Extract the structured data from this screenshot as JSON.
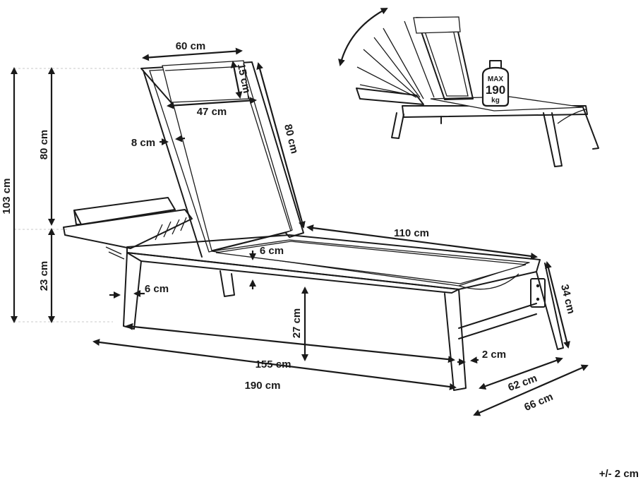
{
  "dimensions": {
    "headrest_width": "60 cm",
    "headrest_height": "15 cm",
    "backrest_width": "47 cm",
    "frame_thickness_back": "8 cm",
    "backrest_length": "80 cm",
    "seat_length": "110 cm",
    "fabric_gap": "6 cm",
    "leg_thickness": "6 cm",
    "seat_height": "27 cm",
    "frame_height": "34 cm",
    "frame_width_gap": "2 cm",
    "inner_width": "62 cm",
    "total_width": "66 cm",
    "base_length": "155 cm",
    "total_length": "190 cm",
    "total_height": "103 cm",
    "back_height": "80 cm",
    "lower_height": "23 cm"
  },
  "weight_badge": {
    "prefix": "MAX",
    "value": "190",
    "unit": "kg"
  },
  "tolerance": "+/- 2 cm"
}
